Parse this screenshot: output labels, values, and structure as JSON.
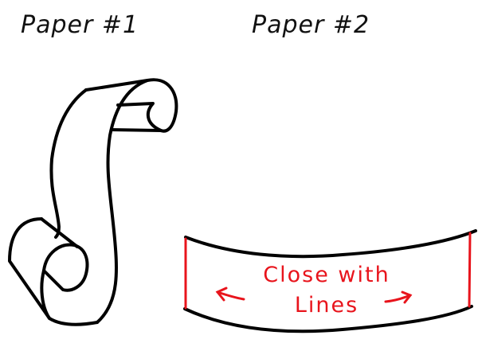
{
  "titles": {
    "paper1": "Paper #1",
    "paper2": "Paper #2"
  },
  "paper2": {
    "label_line1": "Close with",
    "label_line2": "Lines",
    "annotation_color": "#e8141c"
  },
  "colors": {
    "stroke": "#000000",
    "annotation": "#e8141c",
    "background": "#ffffff"
  }
}
